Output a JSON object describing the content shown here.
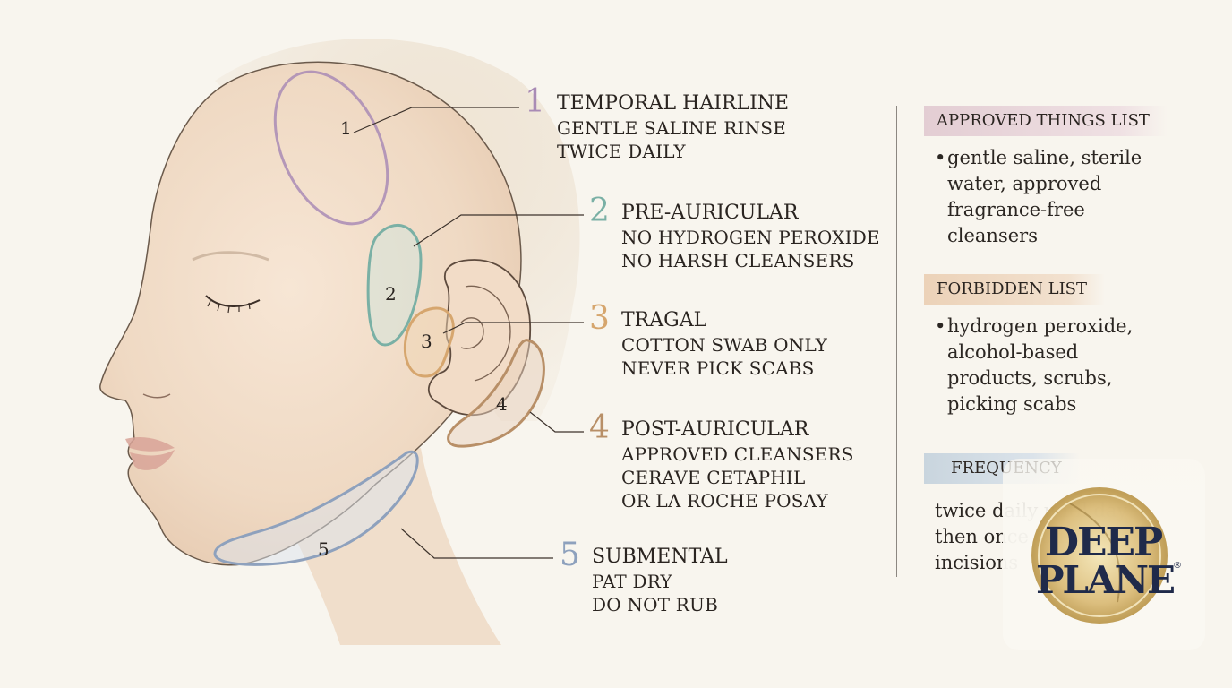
{
  "zones": [
    {
      "number": "1",
      "title": "TEMPORAL HAIRLINE",
      "lines": [
        "GENTLE SALINE RINSE",
        "TWICE DAILY"
      ],
      "color": "#a98bb5"
    },
    {
      "number": "2",
      "title": "PRE-AURICULAR",
      "lines": [
        "NO HYDROGEN PEROXIDE",
        "NO HARSH CLEANSERS"
      ],
      "color": "#7ab0a5"
    },
    {
      "number": "3",
      "title": "TRAGAL",
      "lines": [
        "COTTON SWAB ONLY",
        "NEVER PICK SCABS"
      ],
      "color": "#d6a66e"
    },
    {
      "number": "4",
      "title": "POST-AURICULAR",
      "lines": [
        "APPROVED CLEANSERS",
        "CERAVE CETAPHIL",
        "OR LA ROCHE POSAY"
      ],
      "color": "#b88f67"
    },
    {
      "number": "5",
      "title": "SUBMENTAL",
      "lines": [
        "PAT DRY",
        "DO NOT RUB"
      ],
      "color": "#8ea1bd"
    }
  ],
  "sidebar": {
    "approved": {
      "title": "APPROVED THINGS LIST",
      "items": [
        "gentle saline, sterile water, approved fragrance-free cleansers"
      ],
      "color": "#e3cdd3"
    },
    "forbidden": {
      "title": "FORBIDDEN LIST",
      "items": [
        "hydrogen peroxide, alcohol-based products, scrubs, picking scabs"
      ],
      "color": "#ecd2b8"
    },
    "frequency": {
      "title": "FREQUENCY",
      "lines": [
        "twice daily until day",
        "then once daily",
        "incisions"
      ],
      "color": "#c9d5de"
    }
  },
  "logo": {
    "line1": "DEEP",
    "line2": "PLANE",
    "mark": "®"
  }
}
